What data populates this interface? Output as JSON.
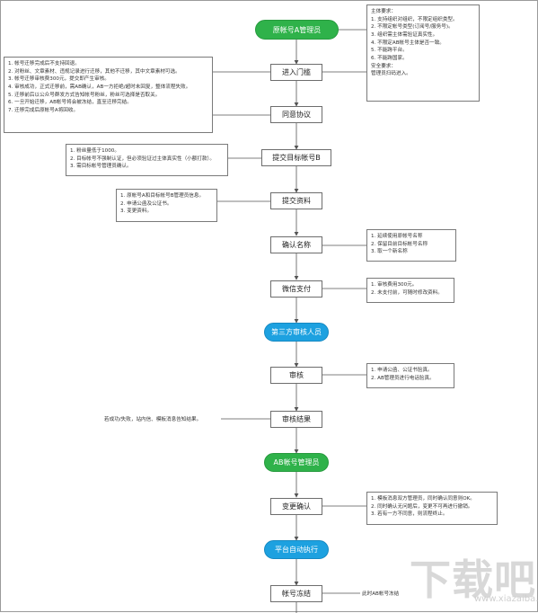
{
  "nodes": {
    "start": "原帐号A管理员",
    "enter": "进入门槛",
    "agree": "同意协议",
    "submit_target": "提交目标帐号B",
    "submit_docs": "提交资料",
    "confirm_name": "确认名称",
    "wechat_pay": "微信支付",
    "third_party": "第三方审核人员",
    "review": "审核",
    "review_result": "审核结果",
    "ab_admin": "AB帐号管理员",
    "change_confirm": "变更确认",
    "platform": "平台自动执行",
    "freeze": "帐号冻结"
  },
  "notes": {
    "subject": [
      "主体要求：",
      "1. 支持组织对组织，不限定组织类型。",
      "2. 不限定帐号类型(订阅号/服务号)。",
      "3. 组织需主体需验证真实性。",
      "4. 不限定AB帐号主体是否一致。",
      "5. 不能跨平台。",
      "6. 不能跨国家。",
      "安全要求：",
      "管理员扫码进入。"
    ],
    "migrate": [
      "1. 帐号迁移完成后不支持回退。",
      "2. 对粉丝、文章素材、违规记录进行迁移，其他不迁移，其中文章素材可选。",
      "3. 帐号迁移审核费300元，提交即产生审核。",
      "4. 审核成功，正式迁移前，需AB确认，AB一方拒绝/超时未回复，整体流程失败。",
      "5. 迁移前后以公众号群发方式告知帐号粉丝，粉丝可选择是否取关。",
      "6. 一旦开始迁移，AB帐号将会被冻结，直至迁移完结。",
      "7. 迁移完成后原帐号A将回收。"
    ],
    "target": [
      "1. 粉丝量低于1000。",
      "2. 目标帐号不强制认证，但必须验证过主体真实性（小额打款）。",
      "3. 需目标帐号管理员确认。"
    ],
    "docs": [
      "1. 原帐号A和目标帐号B管理员信息。",
      "2. 申请公函及公证书。",
      "3. 变更资料。"
    ],
    "name": [
      "1. 延续使用原帐号名称",
      "2. 保留目前目标帐号名称",
      "3. 取一个新名称"
    ],
    "pay": [
      "1. 审核费用300元。",
      "2. 未支付前，可随时修改资料。"
    ],
    "review": [
      "1. 申请公函、公证书验真。",
      "2. AB管理员进行电话验真。"
    ],
    "change": [
      "1. 模板消息双方管理员，同时确认同意则OK。",
      "2. 同时确认无问题后，变更不可再进行撤销。",
      "3. 若有一方不同意，则流程终止。"
    ]
  },
  "side_texts": {
    "result": "若成功/失败，站内信、模板消息告知结果。",
    "freeze": "此时AB帐号冻结"
  },
  "watermark": {
    "main": "下载吧",
    "sub": "www.xiazaiba.com"
  },
  "colors": {
    "green": "#2fb24a",
    "blue": "#1da1e0",
    "line": "#555555"
  }
}
